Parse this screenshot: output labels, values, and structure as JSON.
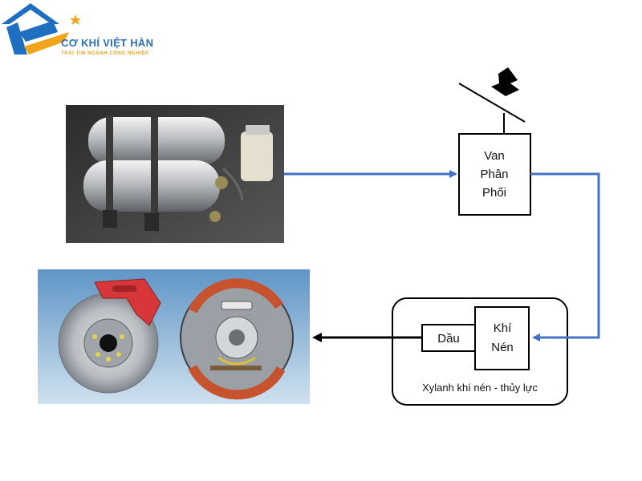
{
  "brand": {
    "name": "CƠ KHÍ VIỆT HÀN",
    "tagline": "TRÁI TIM NGÀNH CÔNG NGHIỆP",
    "logo_icon": "house-roof-logo-icon",
    "colors": {
      "blue": "#1f6fc0",
      "orange": "#f2a51c"
    }
  },
  "diagram": {
    "valve": {
      "line1": "Van",
      "line2": "Phân",
      "line3": "Phối"
    },
    "pneumatic": {
      "line1": "Khí",
      "line2": "Nén"
    },
    "oil": {
      "label": "Dầu"
    },
    "cylinder": {
      "caption": "Xylanh khí nén - thủy lực"
    },
    "air_line_color": "#4472c4",
    "oil_line_color": "#000000",
    "images": {
      "air_tanks": "air-tank-photo",
      "brakes": "brake-disc-and-drum-photo"
    }
  }
}
